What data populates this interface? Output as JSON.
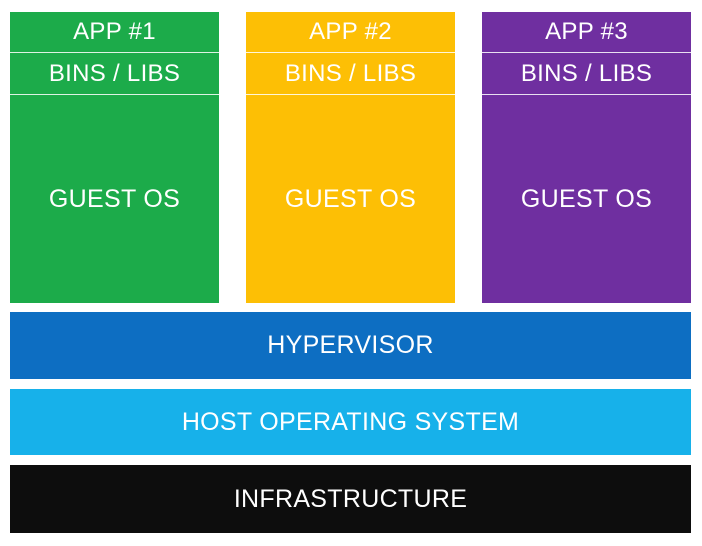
{
  "stacks": [
    {
      "app": "APP #1",
      "bins": "BINS / LIBS",
      "guest_os": "GUEST OS",
      "color": "#1cab4a"
    },
    {
      "app": "APP #2",
      "bins": "BINS / LIBS",
      "guest_os": "GUEST OS",
      "color": "#fdbf05"
    },
    {
      "app": "APP #3",
      "bins": "BINS / LIBS",
      "guest_os": "GUEST OS",
      "color": "#6f2fa0"
    }
  ],
  "layers": {
    "hypervisor": {
      "label": "HYPERVISOR",
      "color": "#0d6ec2"
    },
    "host_os": {
      "label": "HOST OPERATING SYSTEM",
      "color": "#17b1ea"
    },
    "infrastructure": {
      "label": "INFRASTRUCTURE",
      "color": "#0d0d0d"
    }
  }
}
